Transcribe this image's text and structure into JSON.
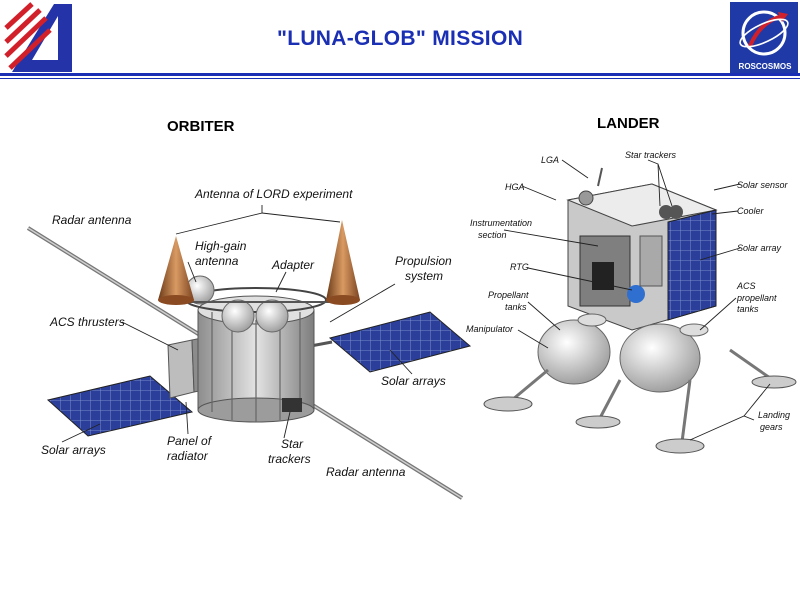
{
  "header": {
    "title": "\"LUNA-GLOB\" MISSION",
    "agency_text": "ROSCOSMOS"
  },
  "orbiter": {
    "heading": "ORBITER",
    "labels": {
      "antenna_lord": "Antenna of LORD experiment",
      "radar_antenna_top": "Radar antenna",
      "high_gain_line1": "High-gain",
      "high_gain_line2": "antenna",
      "adapter": "Adapter",
      "propulsion_line1": "Propulsion",
      "propulsion_line2": "system",
      "acs_thrusters": "ACS thrusters",
      "solar_arrays_right": "Solar arrays",
      "solar_arrays_left": "Solar arrays",
      "panel_line1": "Panel of",
      "panel_line2": "radiator",
      "star_line1": "Star",
      "star_line2": "trackers",
      "radar_antenna_bottom": "Radar antenna"
    }
  },
  "lander": {
    "heading": "LANDER",
    "labels": {
      "lga": "LGA",
      "star_trackers": "Star trackers",
      "solar_sensor": "Solar sensor",
      "hga": "HGA",
      "cooler": "Cooler",
      "instr_line1": "Instrumentation",
      "instr_line2": "section",
      "solar_array": "Solar array",
      "rtg": "RTG",
      "acs_line1": "ACS",
      "acs_line2": "propellant tanks",
      "prop_line1": "Propellant",
      "prop_line2": "tanks",
      "manipulator": "Manipulator",
      "landing_line1": "Landing",
      "landing_line2": "gears"
    }
  }
}
